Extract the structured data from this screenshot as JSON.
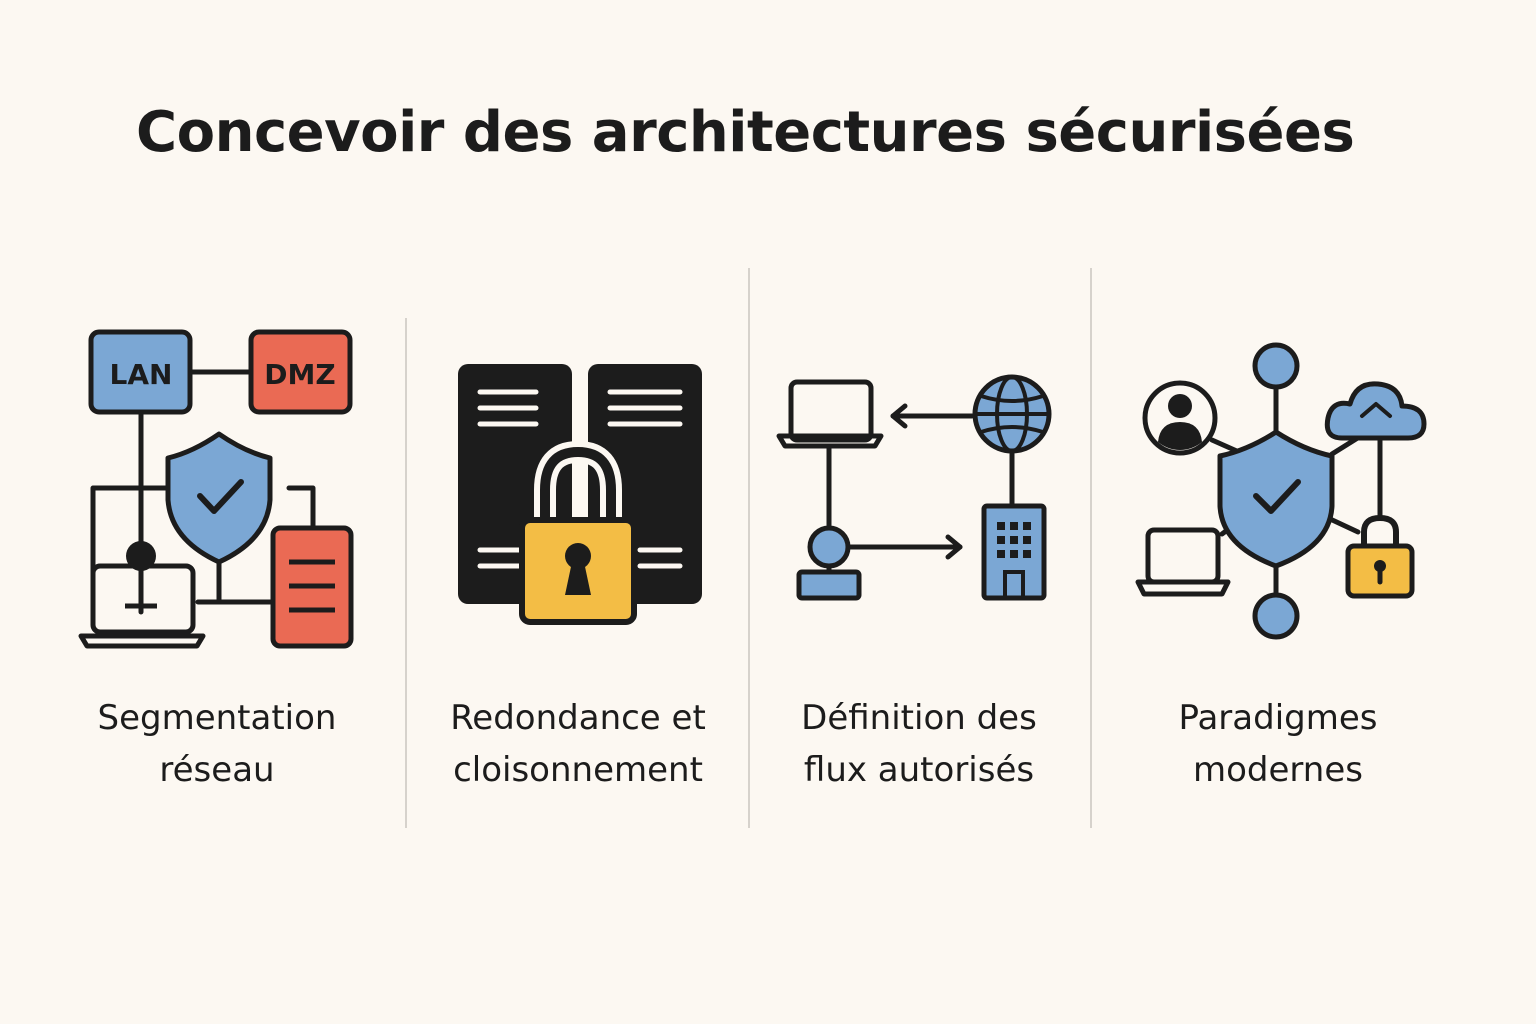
{
  "title": "Concevoir des architectures sécurisées",
  "colors": {
    "background": "#fcf8f2",
    "blue": "#7ba7d4",
    "red": "#ea6a54",
    "yellow": "#f3bd45",
    "dark": "#1c1c1c"
  },
  "panels": [
    {
      "caption_line1": "Segmentation",
      "caption_line2": "réseau",
      "labels": {
        "lan": "LAN",
        "dmz": "DMZ"
      },
      "icons": [
        "lan-box",
        "dmz-box",
        "shield-check-icon",
        "laptop-icon",
        "server-icon"
      ]
    },
    {
      "caption_line1": "Redondance et",
      "caption_line2": "cloisonnement",
      "icons": [
        "server-rack-icon",
        "padlock-icon"
      ]
    },
    {
      "caption_line1": "Définition des",
      "caption_line2": "flux autorisés",
      "icons": [
        "laptop-icon",
        "globe-icon",
        "building-icon",
        "node-icon",
        "arrow-icon"
      ]
    },
    {
      "caption_line1": "Paradigmes",
      "caption_line2": "modernes",
      "icons": [
        "user-icon",
        "cloud-icon",
        "shield-check-icon",
        "laptop-icon",
        "padlock-icon"
      ]
    }
  ]
}
